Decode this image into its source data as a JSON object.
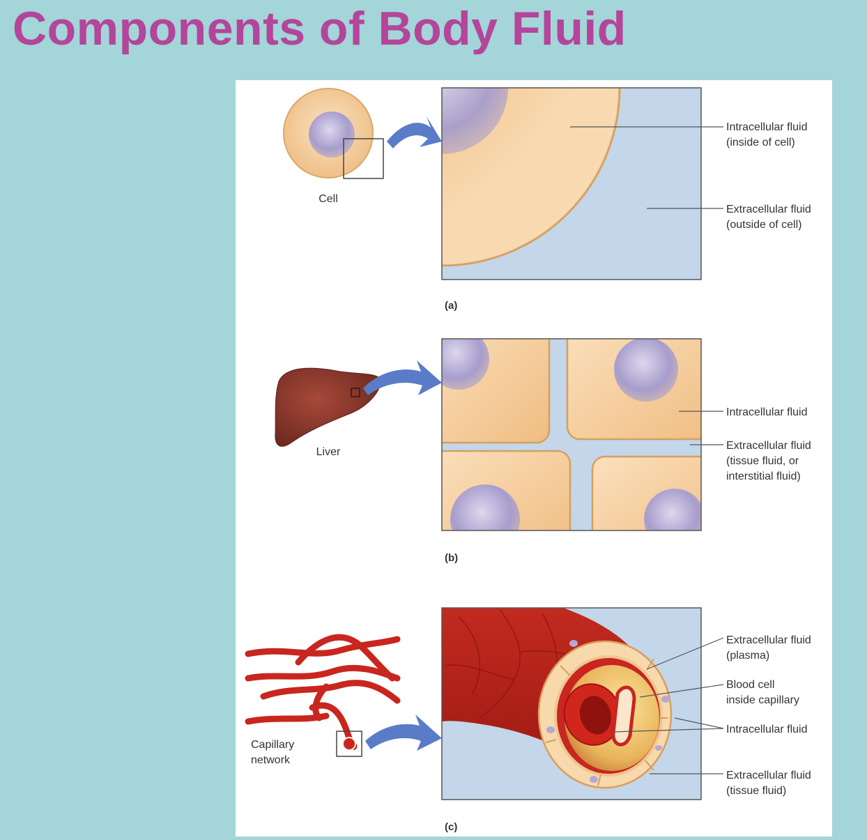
{
  "slide": {
    "title": "Components of Body Fluid"
  },
  "panels": {
    "a": {
      "letter": "(a)",
      "source_label": "Cell",
      "label_intracellular": [
        "Intracellular fluid",
        "(inside of cell)"
      ],
      "label_extracellular": [
        "Extracellular fluid",
        "(outside of cell)"
      ]
    },
    "b": {
      "letter": "(b)",
      "source_label": "Liver",
      "label_intracellular": [
        "Intracellular fluid"
      ],
      "label_extracellular": [
        "Extracellular fluid",
        "(tissue fluid, or",
        "interstitial fluid)"
      ]
    },
    "c": {
      "letter": "(c)",
      "source_label": [
        "Capillary",
        "network"
      ],
      "label_plasma": [
        "Extracellular fluid",
        "(plasma)"
      ],
      "label_blood_cell": [
        "Blood cell",
        "inside capillary"
      ],
      "label_intracellular": [
        "Intracellular fluid"
      ],
      "label_tissue": [
        "Extracellular fluid",
        "(tissue fluid)"
      ]
    }
  },
  "colors": {
    "background": "#a3d5d9",
    "title": "#b4459a",
    "cytoplasm": "#f3c995",
    "nucleus": "#b3a9d2",
    "extracellular": "#c3d6ea",
    "arrow": "#5a7cc8",
    "liver": "#8a3a2e",
    "capillary": "#c8261f"
  }
}
